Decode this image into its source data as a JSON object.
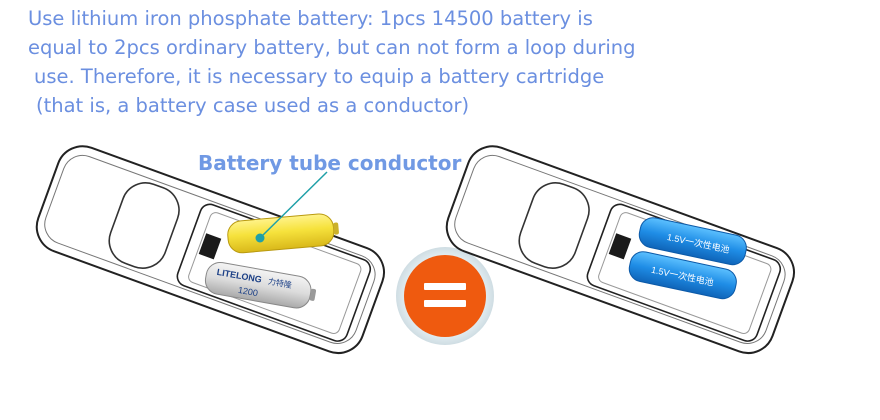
{
  "caption": {
    "line1": "Use lithium iron phosphate battery: 1pcs 14500 battery is",
    "line2": "equal to 2pcs ordinary battery, but can not form a loop during",
    "line3": "use. Therefore, it is necessary to equip a battery cartridge",
    "line4": "(that is, a battery case used as a conductor)"
  },
  "conductor_label": "Battery tube conductor",
  "left_battery": {
    "brand": "LITELONG",
    "brand_sub": "力特隆",
    "capacity": "1200"
  },
  "right_batteries": [
    {
      "label": "1.5V一次性电池"
    },
    {
      "label": "1.5V一次性电池"
    }
  ],
  "equals_sign": "=",
  "colors": {
    "caption": "#6b8fe0",
    "label": "#7099e4",
    "conductor": "#f4df3a",
    "equals": "#ef5a0f",
    "blue_battery": "#1f8de6",
    "pointer": "#1fa0a8"
  }
}
